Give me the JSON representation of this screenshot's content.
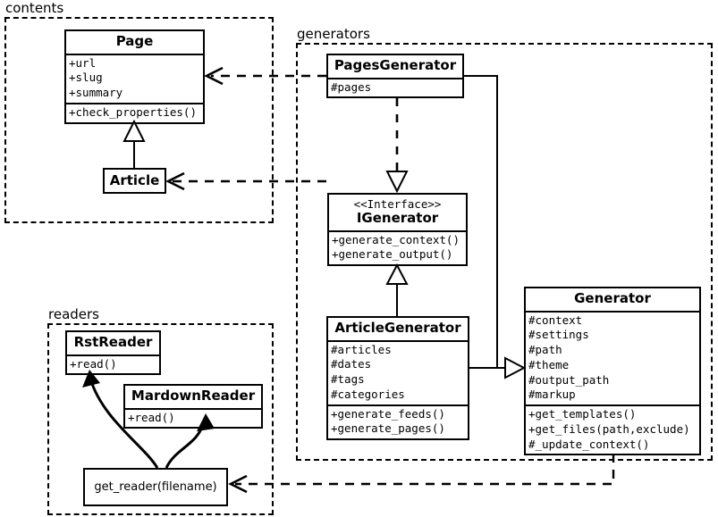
{
  "diagram": {
    "title": "UML class diagram",
    "stroke_color": "#000000",
    "background": "#ffffff"
  },
  "packages": [
    {
      "id": "contents",
      "label": "contents"
    },
    {
      "id": "generators",
      "label": "generators"
    },
    {
      "id": "readers",
      "label": "readers"
    }
  ],
  "classes": {
    "page": {
      "name": "Page",
      "attributes": [
        "+url",
        "+slug",
        "+summary"
      ],
      "operations": [
        "+check_properties()"
      ]
    },
    "article": {
      "name": "Article",
      "attributes": [],
      "operations": []
    },
    "pages_generator": {
      "name": "PagesGenerator",
      "attributes": [
        "#pages"
      ],
      "operations": []
    },
    "igenerator": {
      "stereotype": "<<Interface>>",
      "name": "IGenerator",
      "attributes": [],
      "operations": [
        "+generate_context()",
        "+generate_output()"
      ]
    },
    "article_generator": {
      "name": "ArticleGenerator",
      "attributes": [
        "#articles",
        "#dates",
        "#tags",
        "#categories"
      ],
      "operations": [
        "+generate_feeds()",
        "+generate_pages()"
      ]
    },
    "generator": {
      "name": "Generator",
      "attributes": [
        "#context",
        "#settings",
        "#path",
        "#theme",
        "#output_path",
        "#markup"
      ],
      "operations": [
        "+get_templates()",
        "+get_files(path,exclude)",
        "#_update_context()"
      ]
    },
    "rst_reader": {
      "name": "RstReader",
      "attributes": [],
      "operations": [
        "+read()"
      ]
    },
    "mardown_reader": {
      "name": "MardownReader",
      "attributes": [],
      "operations": [
        "+read()"
      ]
    },
    "get_reader": {
      "name": "get_reader(filename)"
    }
  },
  "relationships": [
    {
      "from": "PagesGenerator",
      "to": "Page",
      "type": "dependency"
    },
    {
      "from": "ArticleGenerator",
      "to": "Article",
      "type": "dependency"
    },
    {
      "from": "PagesGenerator",
      "to": "IGenerator",
      "type": "realization"
    },
    {
      "from": "ArticleGenerator",
      "to": "IGenerator",
      "type": "generalization"
    },
    {
      "from": "Article",
      "to": "Page",
      "type": "generalization"
    },
    {
      "from": "PagesGenerator",
      "to": "Generator",
      "type": "generalization"
    },
    {
      "from": "ArticleGenerator",
      "to": "Generator",
      "type": "generalization"
    },
    {
      "from": "Generator",
      "to": "get_reader",
      "type": "dependency"
    },
    {
      "from": "get_reader",
      "to": "RstReader",
      "type": "association"
    },
    {
      "from": "get_reader",
      "to": "MardownReader",
      "type": "association"
    }
  ]
}
